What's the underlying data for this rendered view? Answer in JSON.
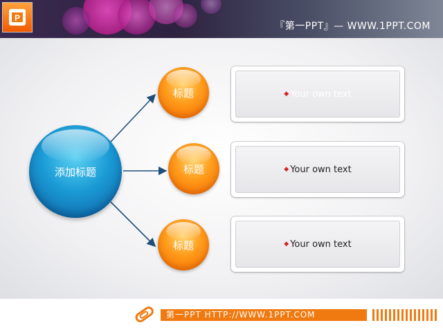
{
  "header": {
    "title": "『第一PPT』— WWW.1PPT.COM",
    "logo_icon": "presentation-logo-icon"
  },
  "diagram": {
    "main_label": "添加标题",
    "branches": [
      {
        "title": "标题",
        "text": "Your own text",
        "text_faded": true
      },
      {
        "title": "标题",
        "text": "Your own text",
        "text_faded": false
      },
      {
        "title": "标题",
        "text": "Your own text",
        "text_faded": false
      }
    ],
    "colors": {
      "main": "#1a9ad5",
      "branch": "#ff9a1a",
      "connector": "#1f4e79"
    }
  },
  "footer": {
    "text": "第一PPT HTTP://WWW.1PPT.COM",
    "icon": "paperclip-icon",
    "accent": "#f07a10"
  }
}
